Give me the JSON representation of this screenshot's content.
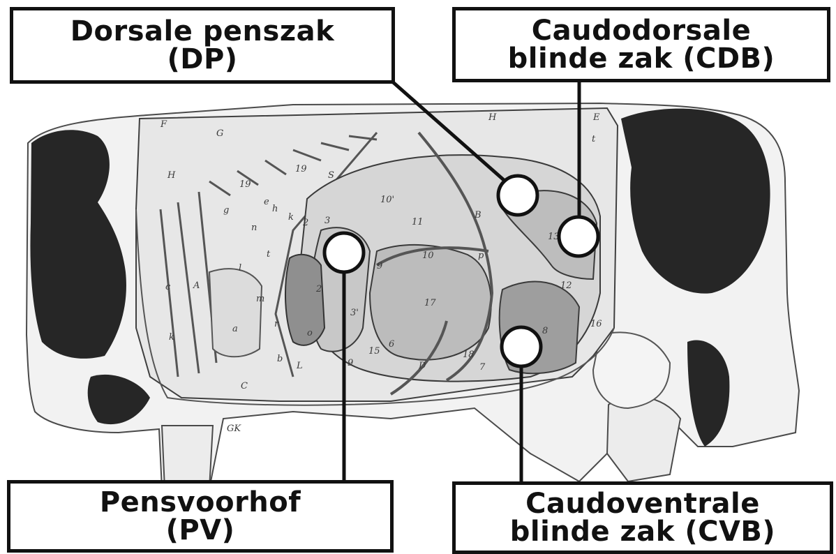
{
  "labels": {
    "dp": {
      "line1": "Dorsale penszak",
      "line2": "(DP)"
    },
    "cdb": {
      "line1": "Caudodorsale",
      "line2": "blinde zak (CDB)"
    },
    "pv": {
      "line1": "Pensvoorhof",
      "line2": "(PV)"
    },
    "cvb": {
      "line1": "Caudoventrale",
      "line2": "blinde zak (CVB)"
    }
  },
  "anatomy_letters": [
    "F",
    "G",
    "H",
    "H",
    "E",
    "t",
    "19",
    "19",
    "S",
    "10'",
    "11",
    "B",
    "13",
    "g",
    "e",
    "h",
    "n",
    "k",
    "2",
    "3",
    "9",
    "10",
    "p",
    "12",
    "l",
    "t",
    "c",
    "A",
    "m",
    "2",
    "17",
    "a",
    "r",
    "3'",
    "8",
    "16",
    "k",
    "o",
    "15",
    "6",
    "18",
    "7",
    "b",
    "L",
    "D",
    "9",
    "C",
    "GK"
  ],
  "colors": {
    "ink": "#111111",
    "patch": "#262626",
    "fill": "#ffffff",
    "outline": "#4a4a4a"
  }
}
